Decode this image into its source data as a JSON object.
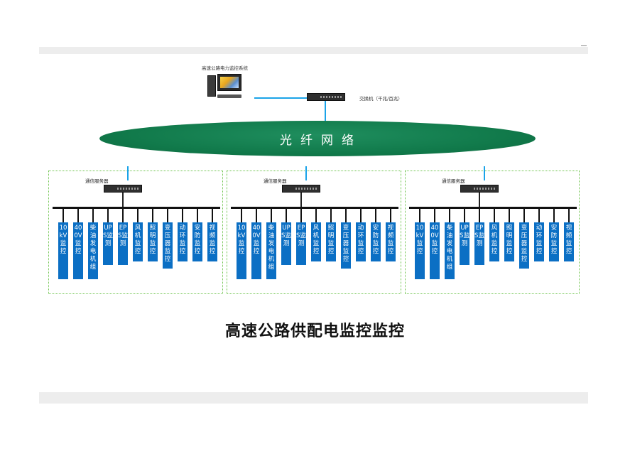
{
  "top_system": {
    "label": "高速公路电力监控系统",
    "switch_label": "交换机（千兆/百兆）"
  },
  "network": {
    "label": "光纤网络"
  },
  "groups": [
    {
      "server_label": "通信服务器",
      "modules": [
        "10kV监控",
        "400V监控",
        "柴油发电机组",
        "UPS监测",
        "EPS监测",
        "风机监控",
        "照明监控",
        "变压器监控",
        "动环监控",
        "安防监控",
        "视频监控"
      ]
    },
    {
      "server_label": "通信服务器",
      "modules": [
        "10kV监控",
        "400V监控",
        "柴油发电机组",
        "UPS监测",
        "EPS监测",
        "风机监控",
        "照明监控",
        "变压器监控",
        "动环监控",
        "安防监控",
        "视频监控"
      ]
    },
    {
      "server_label": "通信服务器",
      "modules": [
        "10kV监控",
        "400V监控",
        "柴油发电机组",
        "UPS监测",
        "EPS监测",
        "风机监控",
        "照明监控",
        "变压器监控",
        "动环监控",
        "安防监控",
        "视频监控"
      ]
    }
  ],
  "caption": "高速公路供配电监控监控",
  "colors": {
    "module_fill": "#0b6fc4",
    "network_fill": "#117a4b",
    "link": "#1aa3e8",
    "group_border": "#6cc24a"
  }
}
